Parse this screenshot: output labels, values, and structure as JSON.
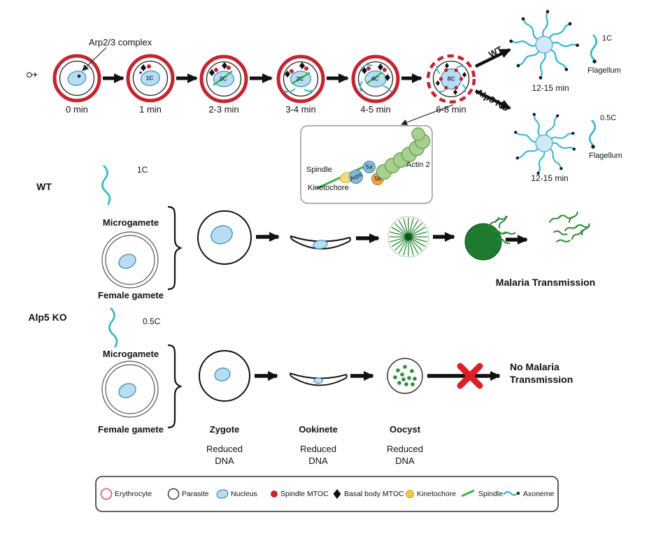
{
  "male_symbol": "♂",
  "top_row": {
    "arp_label": "Arp2/3 complex",
    "stages": [
      {
        "time": "0 min",
        "ploidy": ""
      },
      {
        "time": "1 min",
        "ploidy": "1C"
      },
      {
        "time": "2-3 min",
        "ploidy": "2C"
      },
      {
        "time": "3-4 min",
        "ploidy": "2C"
      },
      {
        "time": "4-5 min",
        "ploidy": "4C"
      },
      {
        "time": "6-8 min",
        "ploidy": "8C"
      }
    ],
    "wt_branch": {
      "label": "WT",
      "ploidy": "1C",
      "flagellum_label": "Flagellum",
      "time": "12-15 min"
    },
    "ko_branch": {
      "label": "Alp5 KO",
      "ploidy": "0.5C",
      "flagellum_label": "Flagellum",
      "time": "12-15 min"
    }
  },
  "inset": {
    "spindle": "Spindle",
    "kinetochore": "Kinetochore",
    "arps": "Arps",
    "subunit_a": "5a",
    "subunit_b": "5b",
    "actin": "Actin 2"
  },
  "wt_pathway": {
    "label": "WT",
    "ploidy": "1C",
    "microgamete": "Microgamete",
    "female_gamete": "Female gamete",
    "outcome": "Malaria Transmission"
  },
  "ko_pathway": {
    "label": "Alp5 KO",
    "ploidy": "0.5C",
    "microgamete": "Microgamete",
    "female_gamete": "Female gamete",
    "outcome": "No Malaria\nTransmission",
    "stages": [
      {
        "name": "Zygote",
        "note": "Reduced\nDNA"
      },
      {
        "name": "Ookinete",
        "note": "Reduced\nDNA"
      },
      {
        "name": "Oocyst",
        "note": "Reduced\nDNA"
      }
    ]
  },
  "legend": {
    "items": [
      {
        "name": "erythrocyte",
        "label": "Erythrocyte"
      },
      {
        "name": "parasite",
        "label": "Parasite"
      },
      {
        "name": "nucleus",
        "label": "Nucleus"
      },
      {
        "name": "spindle-mtoc",
        "label": "Spindle MTOC"
      },
      {
        "name": "basal-body-mtoc",
        "label": "Basal body MTOC"
      },
      {
        "name": "kinetochore",
        "label": "Kinetochore"
      },
      {
        "name": "spindle",
        "label": "Spindle"
      },
      {
        "name": "axoneme",
        "label": "Axoneme"
      }
    ]
  },
  "colors": {
    "erythrocyte_red": "#c42430",
    "nucleus_blue": "#b8ddf1",
    "axoneme_cyan": "#35b6d0",
    "spindle_green": "#3cb54a",
    "oocyst_green": "#1d7a2e",
    "kinetochore_yellow": "#f0c84c",
    "cross_red": "#dd1f26"
  }
}
